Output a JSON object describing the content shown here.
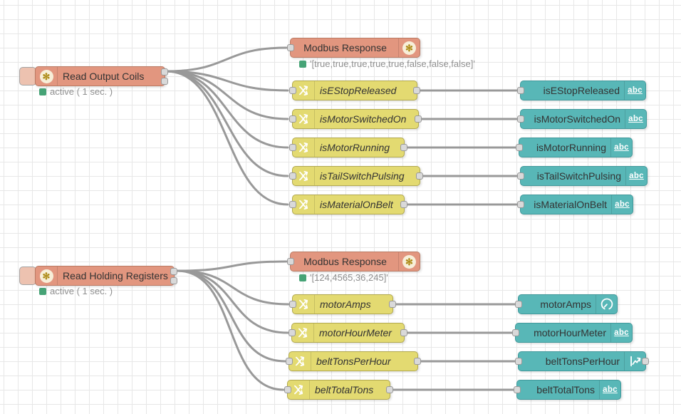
{
  "icons": {
    "asterisk": "✻",
    "abc": "abc"
  },
  "colors": {
    "node_salmon": "#E2967F",
    "node_salmon_border": "#BA7A63",
    "node_yellow": "#E3DA71",
    "node_yellow_border": "#B2A94F",
    "node_teal": "#58B7B7",
    "node_teal_border": "#41999B",
    "wire": "#999999",
    "port_fill": "#D9D9D9",
    "port_border": "#999999",
    "status_green": "#46A376",
    "label": "#333333",
    "status_text": "#8F8F8F",
    "button_fill": "#EDC2B0",
    "icon_circle_bg": "#F7EFD9",
    "icon_asterisk": "#AD8B17",
    "grid_line": "#E7E7E7"
  },
  "flows": [
    {
      "reader": {
        "label": "Read Output Coils",
        "status": "active ( 1 sec. )"
      },
      "response": {
        "label": "Modbus Response",
        "status": "'[true,true,true,true,true,false,false,false]'"
      },
      "rows": [
        {
          "change": "isEStopReleased",
          "widget": "isEStopReleased"
        },
        {
          "change": "isMotorSwitchedOn",
          "widget": "isMotorSwitchedOn"
        },
        {
          "change": "isMotorRunning",
          "widget": "isMotorRunning"
        },
        {
          "change": "isTailSwitchPulsing",
          "widget": "isTailSwitchPulsing"
        },
        {
          "change": "isMaterialOnBelt",
          "widget": "isMaterialOnBelt"
        }
      ]
    },
    {
      "reader": {
        "label": "Read Holding Registers",
        "status": "active ( 1 sec. )"
      },
      "response": {
        "label": "Modbus Response",
        "status": "'[124,4565,36,245]'"
      },
      "rows": [
        {
          "change": "motorAmps",
          "widget": "motorAmps"
        },
        {
          "change": "motorHourMeter",
          "widget": "motorHourMeter"
        },
        {
          "change": "beltTonsPerHour",
          "widget": "beltTonsPerHour"
        },
        {
          "change": "beltTotalTons",
          "widget": "beltTotalTons"
        }
      ]
    }
  ]
}
